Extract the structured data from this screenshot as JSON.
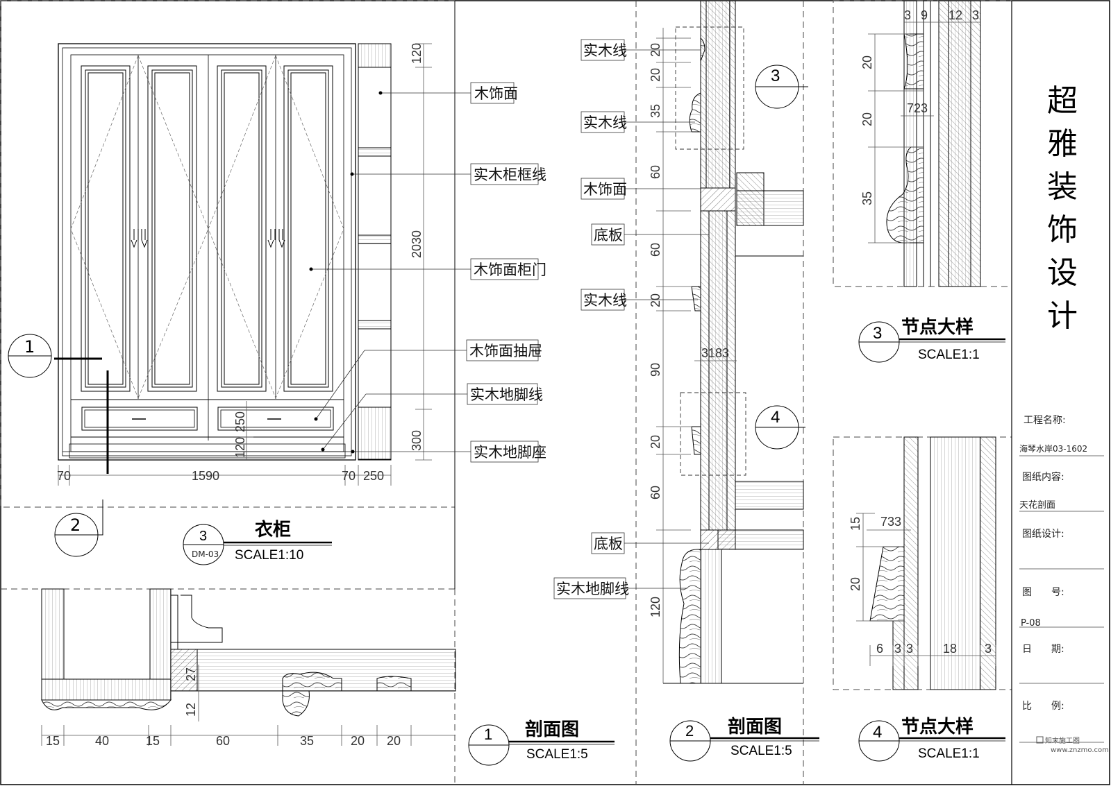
{
  "brand": {
    "chars": [
      "超",
      "雅",
      "装",
      "饰",
      "设",
      "计"
    ]
  },
  "wardrobe": {
    "labels": [
      "木饰面",
      "实木柜框线",
      "木饰面柜门",
      "木饰面抽屉",
      "实木地脚线",
      "实木地脚座"
    ],
    "dims_bottom": [
      "70",
      "1590",
      "70",
      "250"
    ],
    "dims_right": [
      "120",
      "2030",
      "300"
    ],
    "dims_small": [
      "250",
      "120"
    ],
    "section_marks": [
      "1",
      "2"
    ]
  },
  "title_wardrobe": {
    "num": "3",
    "sheet": "DM-03",
    "name": "衣柜",
    "scale": "SCALE1:10"
  },
  "section1": {
    "dims_bottom": [
      "15",
      "40",
      "15",
      "60",
      "35",
      "20",
      "20"
    ],
    "dims_left": [
      "27",
      "12"
    ]
  },
  "title_section1": {
    "num": "1",
    "name": "剖面图",
    "scale": "SCALE1:5"
  },
  "section2": {
    "labels": [
      "实木线",
      "实木线",
      "木饰面",
      "底板",
      "实木线",
      "底板",
      "实木地脚线"
    ],
    "dims": [
      "20",
      "20",
      "35",
      "60",
      "60",
      "20",
      "90",
      "20",
      "60",
      "120"
    ],
    "dim_top": "3183",
    "detail_marks": [
      "3",
      "4"
    ]
  },
  "title_section2": {
    "num": "2",
    "name": "剖面图",
    "scale": "SCALE1:5"
  },
  "detail3": {
    "dims_top": [
      "3",
      "9",
      "12",
      "3"
    ],
    "dims_left": [
      "20",
      "20",
      "35"
    ],
    "dim_mid": "723"
  },
  "title_detail3": {
    "num": "3",
    "name": "节点大样",
    "scale": "SCALE1:1"
  },
  "detail4": {
    "dims_left": [
      "15",
      "20"
    ],
    "dim_mid": "733",
    "dims_bottom": [
      "6",
      "3",
      "3",
      "18",
      "3"
    ]
  },
  "title_detail4": {
    "num": "4",
    "name": "节点大样",
    "scale": "SCALE1:1"
  },
  "titleblock": {
    "project_label": "工程名称:",
    "project_value": "海琴水岸03-1602",
    "content_label": "图纸内容:",
    "content_value": "天花剖面",
    "design_label": "图纸设计:",
    "number_label": "图　　号:",
    "number_value": "P-08",
    "date_label": "日　　期:",
    "ratio_label": "比　　例:"
  },
  "watermark": {
    "name": "知末施工图",
    "url": "www.znzmo.com"
  }
}
